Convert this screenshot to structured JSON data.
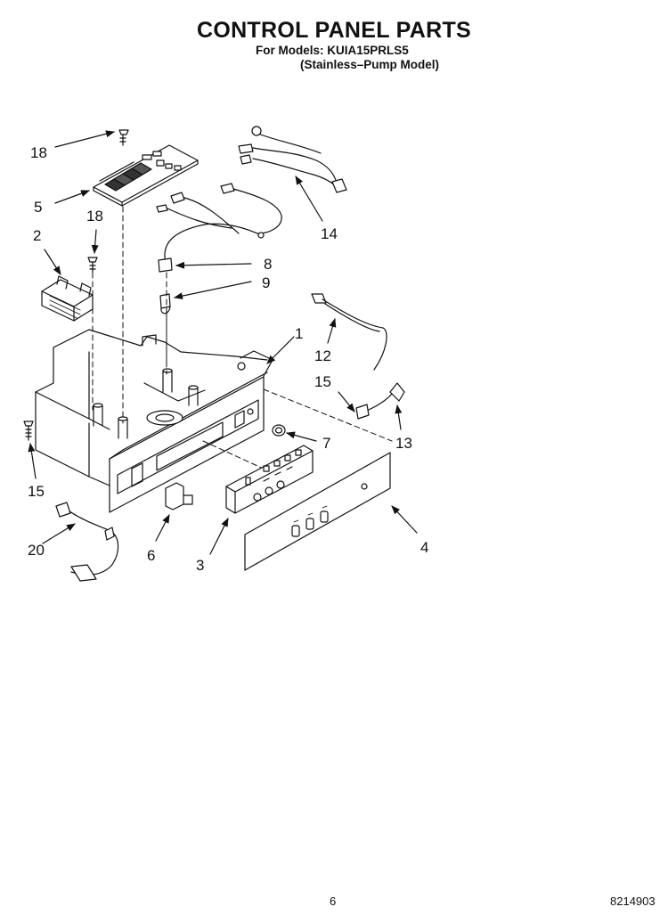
{
  "title": "CONTROL PANEL PARTS",
  "subtitle_models": "For Models: KUIA15PRLS5",
  "subtitle_variant": "(Stainless–Pump Model)",
  "callouts": {
    "c18a": "18",
    "c5": "5",
    "c18b": "18",
    "c2": "2",
    "c14": "14",
    "c8": "8",
    "c9": "9",
    "c1": "1",
    "c12": "12",
    "c15a": "15",
    "c7": "7",
    "c13": "13",
    "c15b": "15",
    "c20": "20",
    "c6": "6",
    "c3": "3",
    "c4": "4"
  },
  "page_number": "6",
  "document_number": "8214903"
}
